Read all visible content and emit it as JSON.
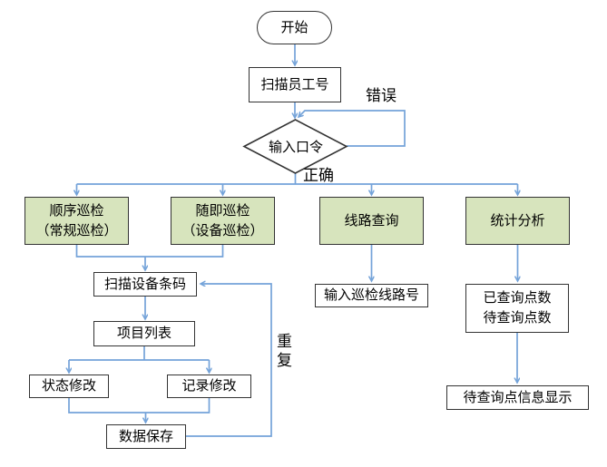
{
  "diagram": {
    "type": "flowchart"
  },
  "colors": {
    "connector": "#74a3d9",
    "process_fill": "#d7e4bd",
    "shape_border": "#333333",
    "text": "#000000"
  },
  "nodes": {
    "start": "开始",
    "scan_employee_id": "扫描员工号",
    "enter_password": "输入口令",
    "sequential_inspection_line1": "顺序巡检",
    "sequential_inspection_line2": "（常规巡检）",
    "random_inspection_line1": "随即巡检",
    "random_inspection_line2": "（设备巡检）",
    "line_query": "线路查询",
    "statistical_analysis": "统计分析",
    "scan_device_barcode": "扫描设备条码",
    "item_list": "项目列表",
    "status_modify": "状态修改",
    "record_modify": "记录修改",
    "data_save": "数据保存",
    "input_inspection_line_number": "输入巡检线路号",
    "point_counts_line1": "已查询点数",
    "point_counts_line2": "待查询点数",
    "pending_point_info_display": "待查询点信息显示"
  },
  "labels": {
    "error": "错误",
    "success": "正确",
    "repeat": "重复"
  }
}
